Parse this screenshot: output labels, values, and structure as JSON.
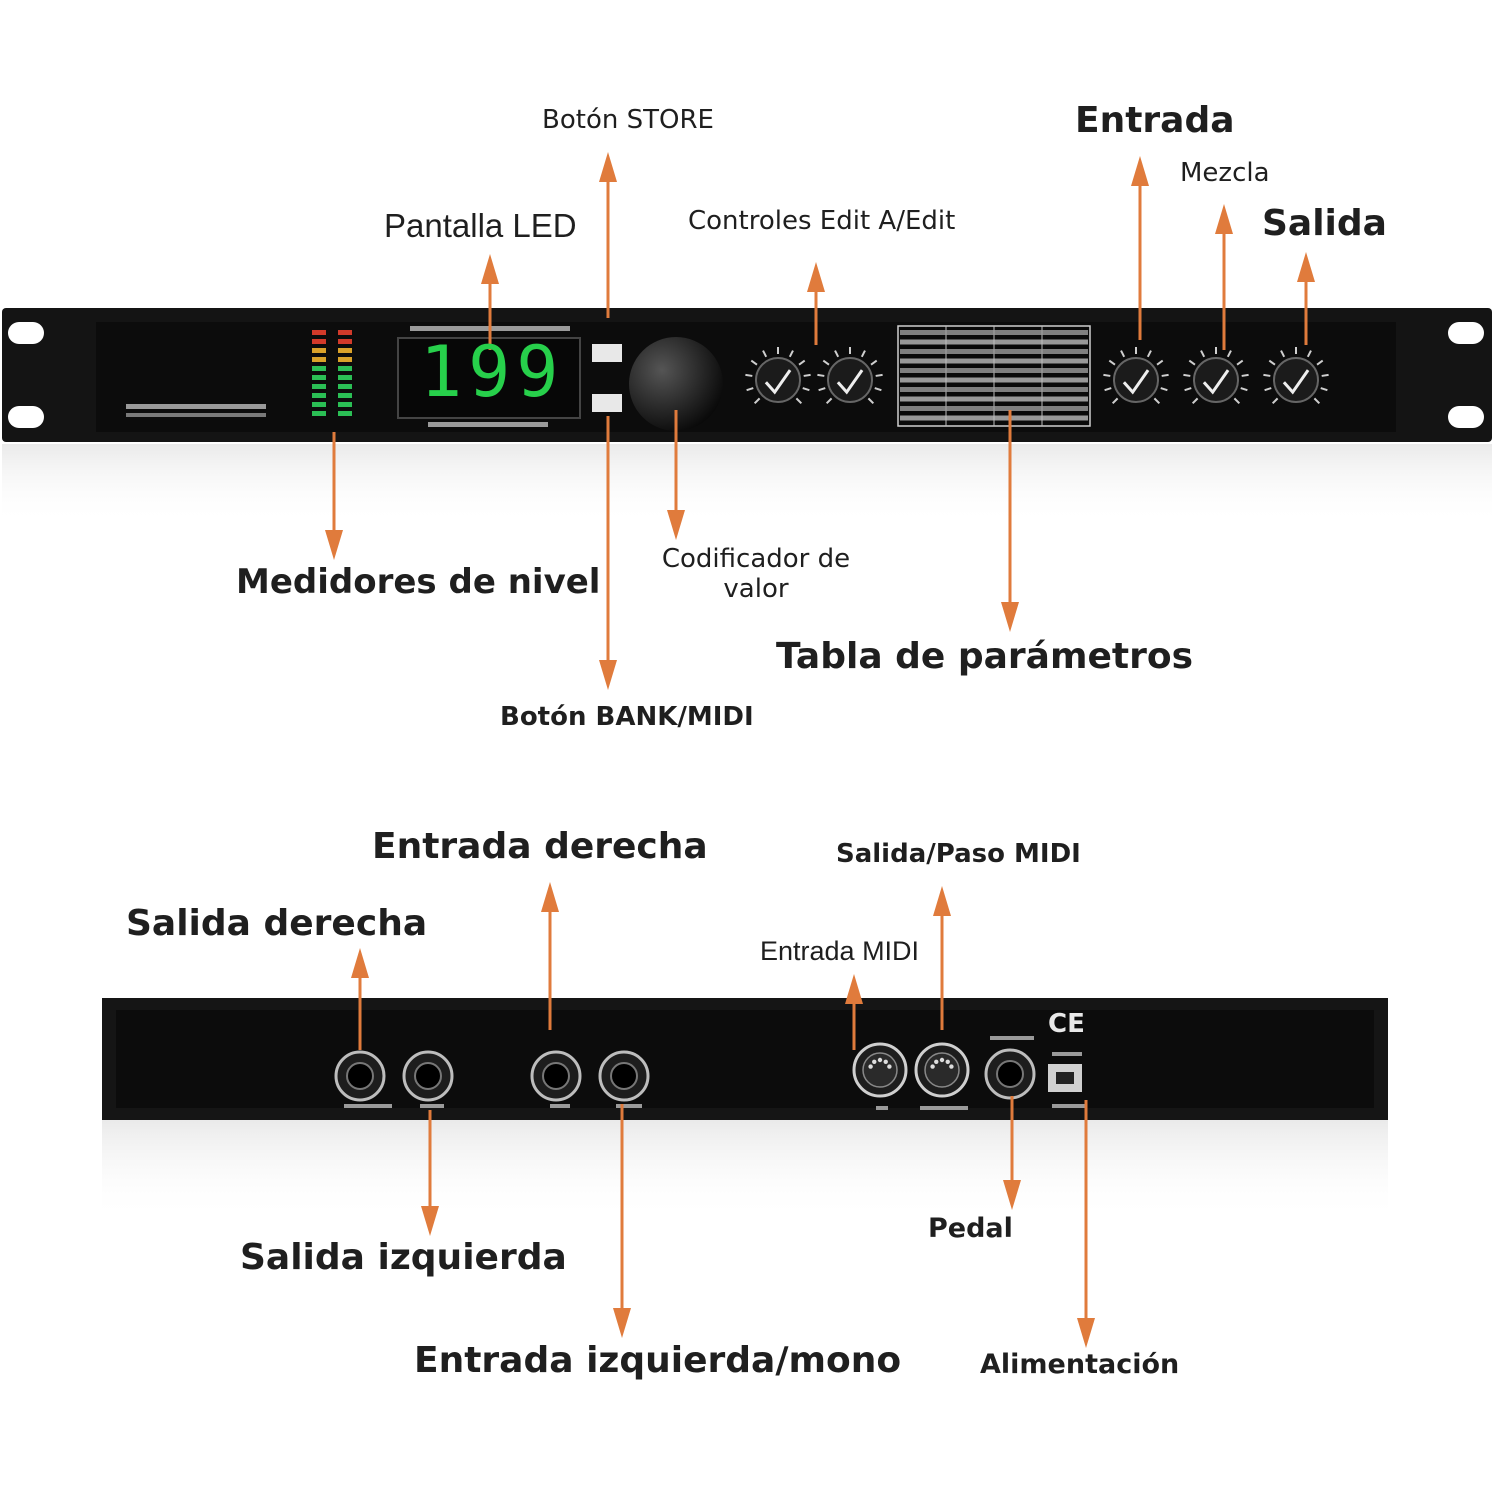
{
  "front": {
    "labels": {
      "store_button": "Botón STORE",
      "led_display": "Pantalla LED",
      "edit_controls": "Controles Edit A/Edit",
      "input": "Entrada",
      "mix": "Mezcla",
      "output": "Salida",
      "level_meters": "Medidores de nivel",
      "value_encoder": "Codificador de valor",
      "parameter_table": "Tabla de parámetros",
      "bank_midi_button": "Botón BANK/MIDI"
    },
    "display_value": "199"
  },
  "rear": {
    "labels": {
      "right_input": "Entrada derecha",
      "midi_out_thru": "Salida/Paso MIDI",
      "right_output": "Salida derecha",
      "midi_in": "Entrada MIDI",
      "left_output": "Salida izquierda",
      "pedal": "Pedal",
      "left_mono_input": "Entrada izquierda/mono",
      "power": "Alimentación"
    },
    "ce_mark": "CE"
  },
  "colors": {
    "arrow": "#e07b3c",
    "panel": "#121212",
    "led_green": "#27d04b"
  }
}
